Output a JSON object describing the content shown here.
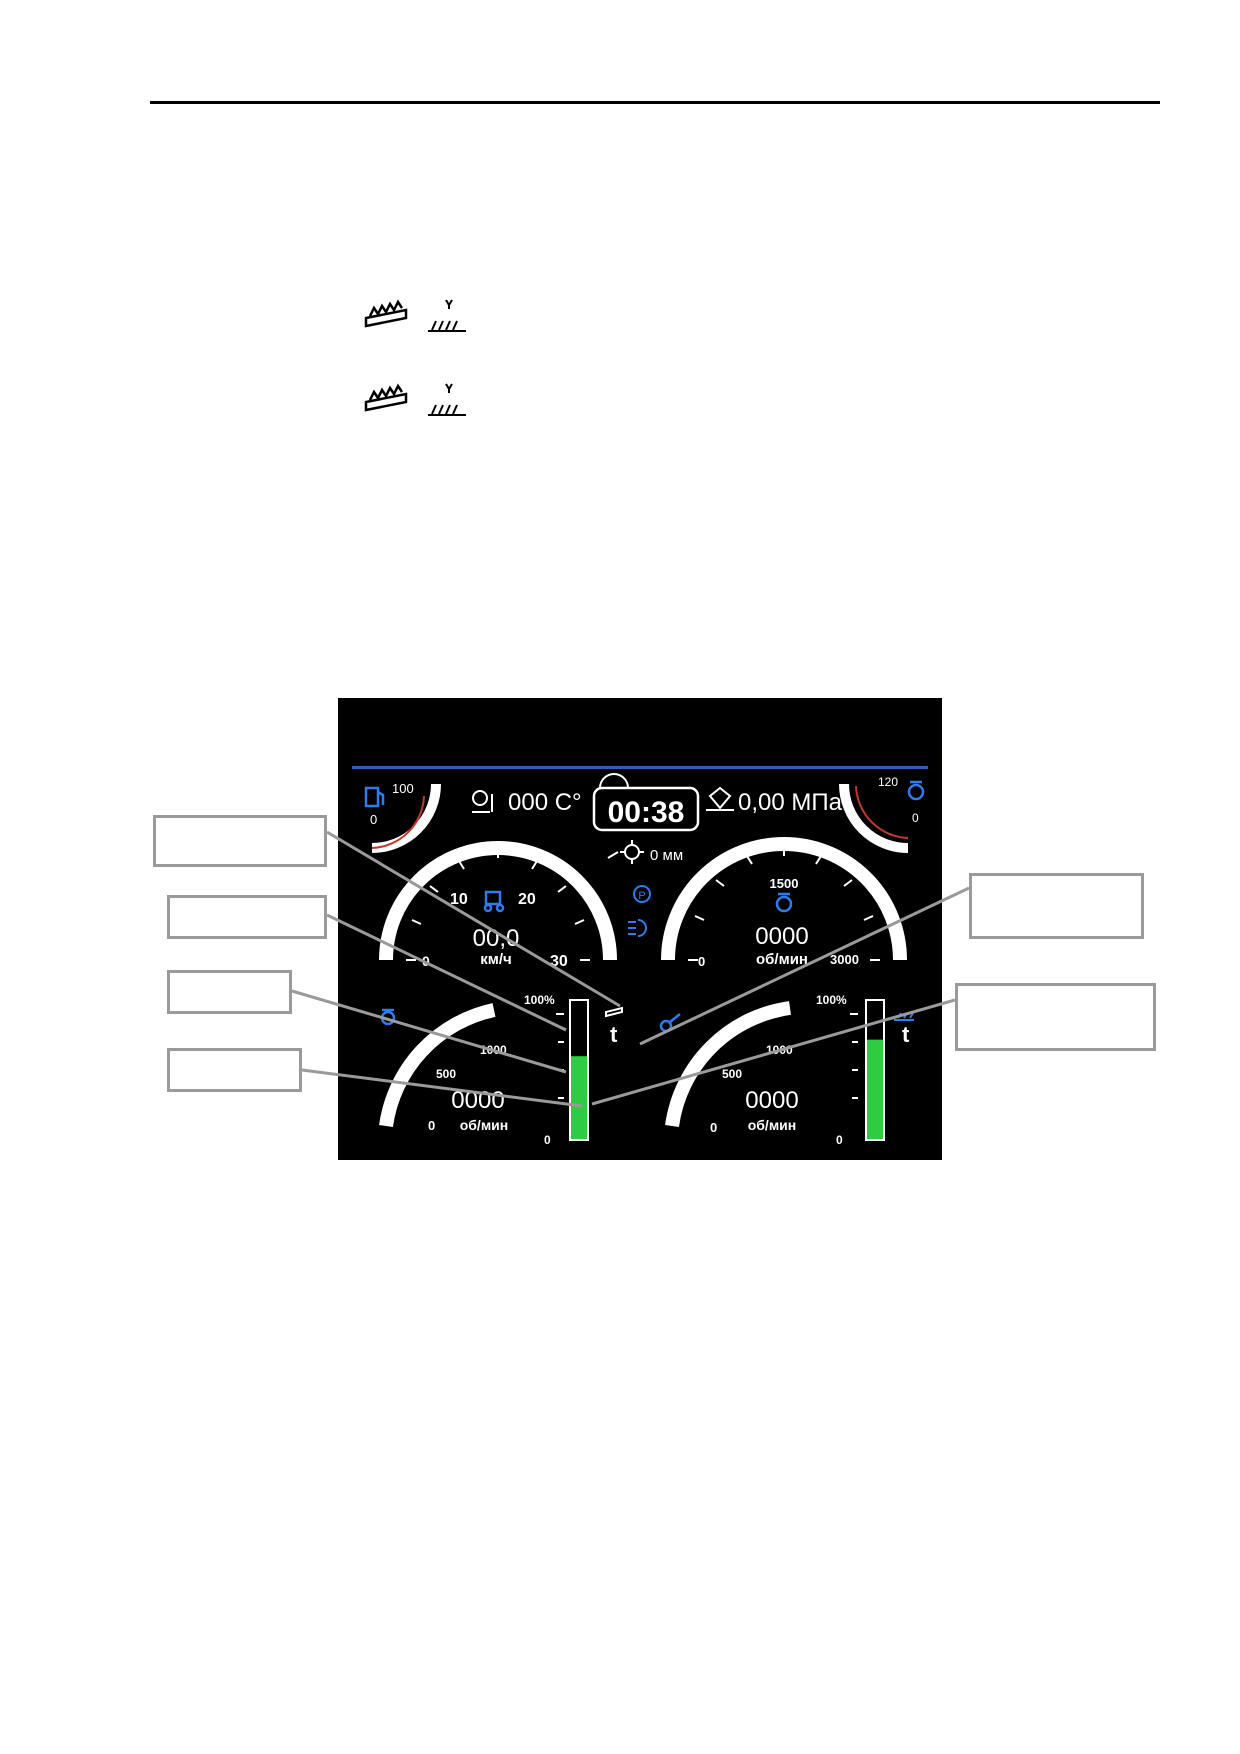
{
  "display": {
    "fuel_gauge": {
      "max": "100",
      "min": "0"
    },
    "coolant_temp": "000 C°",
    "timer": "00:38",
    "oil_pressure": "0,00 МПа",
    "right_small_gauge": {
      "max": "120",
      "min": "0"
    },
    "header_value": "0 мм",
    "speed_gauge": {
      "tick_0": "0",
      "tick_10": "10",
      "tick_20": "20",
      "tick_30": "30",
      "value": "00,0",
      "unit": "км/ч"
    },
    "engine_gauge": {
      "tick_0": "0",
      "tick_1500": "1500",
      "tick_3000": "3000",
      "value": "0000",
      "unit": "об/мин"
    },
    "left_rpm_gauge": {
      "tick_0": "0",
      "tick_500": "500",
      "tick_1000": "1000",
      "value": "0000",
      "unit": "об/мин"
    },
    "right_rpm_gauge": {
      "tick_0": "0",
      "tick_500": "500",
      "tick_1000": "1000",
      "value": "0000",
      "unit": "об/мин"
    },
    "left_bar": {
      "top": "100%",
      "bottom": "0",
      "letter": "t",
      "fill_percent": 60
    },
    "right_bar": {
      "top": "100%",
      "bottom": "0",
      "letter": "t",
      "fill_percent": 72
    },
    "colors": {
      "accent": "#2f7bf0",
      "bar_fill": "#2ecc40",
      "panel_bg": "#000000",
      "gauge": "#ffffff"
    }
  },
  "icons": [
    "header-cutter-icon",
    "ground-level-icon",
    "fuel-pump-icon",
    "coolant-temp-icon",
    "stopwatch-icon",
    "oil-pressure-icon",
    "engine-icon",
    "gear-icon",
    "parking-brake-icon",
    "headlight-icon",
    "combine-icon",
    "drum-icon",
    "fan-icon",
    "header-level-icon"
  ]
}
